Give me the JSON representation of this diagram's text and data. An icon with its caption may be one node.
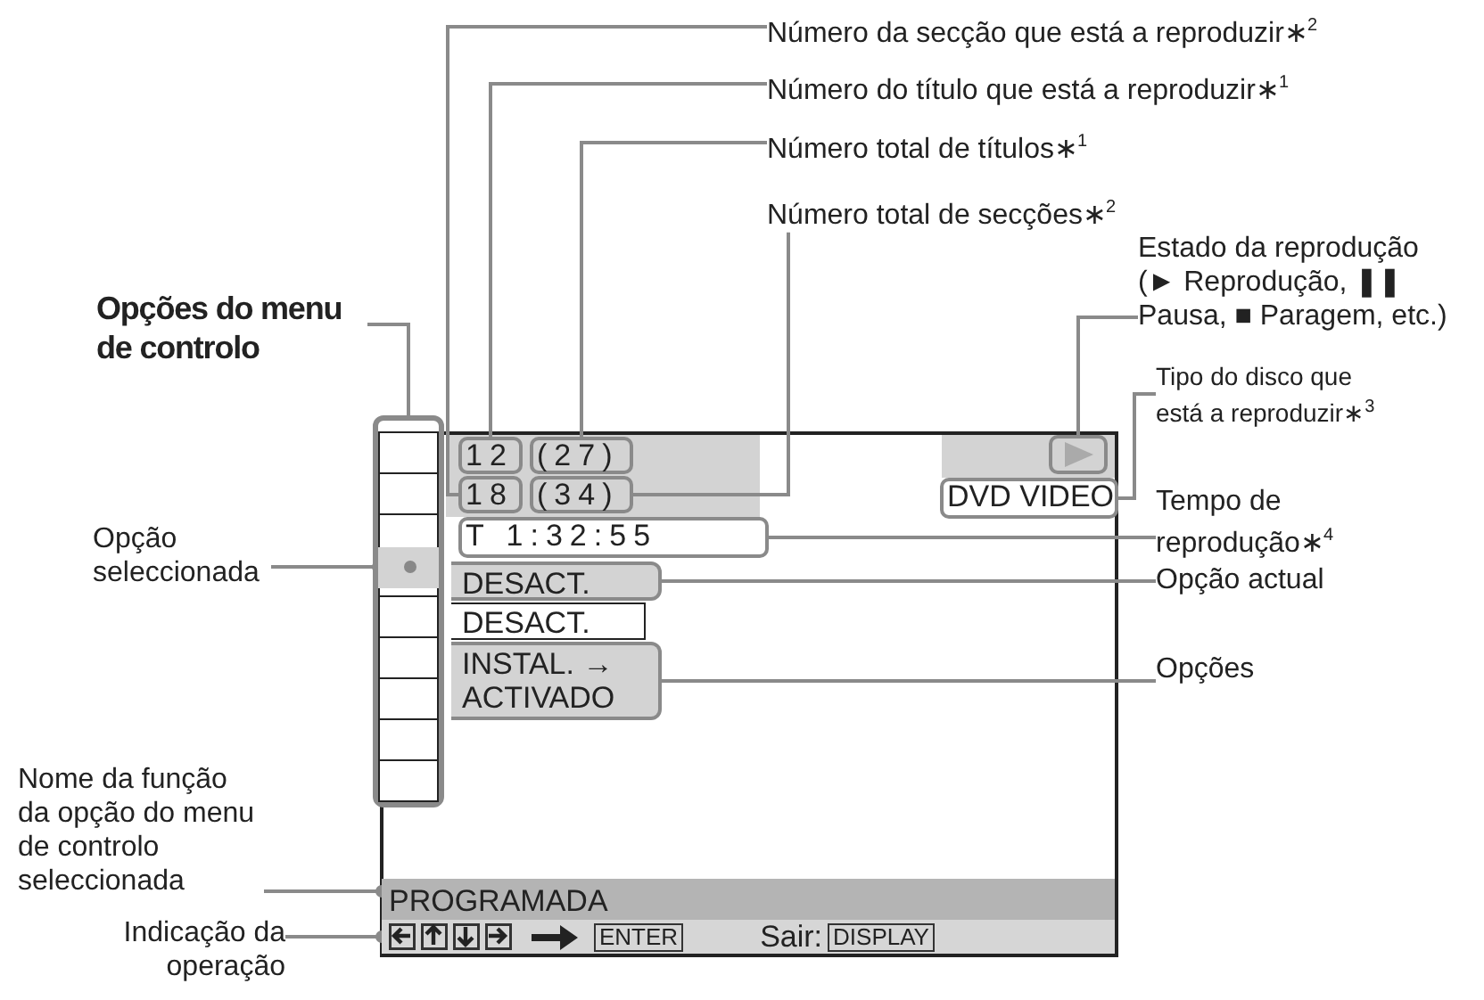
{
  "diagram": {
    "nodes": [
      {
        "text": [
          "Número da secção que está a reproduzir∗$^{2}$"
        ]
      },
      {
        "text": [
          "Número do título que está a reproduzir∗$^{1}$"
        ]
      },
      {
        "text": [
          "Número total de títulos∗$^{1}$"
        ]
      },
      {
        "text": [
          "Número total de secções∗$^{2}$"
        ]
      },
      {
        "text": [
          "Estado da reprodução (► Reprodução, ❚❚ Pausa, ■ Paragem, etc.)"
        ]
      },
      {
        "text": [
          "Opções do menu de controlo"
        ]
      },
      {
        "text": [
          "Tipo do disco que está a reproduzir∗$^{3}$"
        ]
      },
      {
        "text": [
          "Opção seleccionada"
        ]
      },
      {
        "text": [
          "Tempo de reprodução∗$^{4}$"
        ]
      },
      {
        "text": [
          "Opção actual"
        ]
      },
      {
        "text": [
          "Opções"
        ]
      },
      {
        "text": [
          "Nome da função da opção do menu de controlo seleccionada"
        ]
      },
      {
        "text": [
          "Indicação da operação"
        ]
      },
      {
        "text": [
          "12"
        ]
      },
      {
        "text": [
          "(27)"
        ]
      },
      {
        "text": [
          "18"
        ]
      },
      {
        "text": [
          "(34)"
        ]
      },
      {
        "text": [],
        "shape": "triangle"
      },
      {
        "text": [
          "DVD VIDEO"
        ]
      },
      {
        "text": [
          "T 1:32:55"
        ]
      },
      {
        "text": [],
        "shape": "box"
      },
      {
        "text": [],
        "shape": "box",
        "in": 20
      },
      {
        "text": [
          "DESACT."
        ]
      },
      {
        "text": [
          "DESACT."
        ]
      },
      {
        "text": [
          "INSTAL. → ACTIVADO"
        ]
      },
      {
        "text": [
          "PROGRAMADA"
        ]
      },
      {
        "text": [
          "ENTER",
          "Sair:",
          "DISPLAY"
        ]
      }
    ],
    "edges": [
      {
        "from": 0,
        "to": 15,
        "arrow": "none"
      },
      {
        "from": 1,
        "to": 13,
        "arrow": "none"
      },
      {
        "from": 2,
        "to": 14,
        "arrow": "none"
      },
      {
        "from": 3,
        "to": 16,
        "arrow": "none"
      },
      {
        "from": 4,
        "to": 17,
        "arrow": "none"
      },
      {
        "from": 5,
        "to": 20,
        "arrow": "none"
      },
      {
        "from": 6,
        "to": 18,
        "arrow": "none"
      },
      {
        "from": 7,
        "to": 21,
        "arrow": "other"
      },
      {
        "from": 8,
        "to": 19,
        "arrow": "none"
      },
      {
        "from": 9,
        "to": 22,
        "arrow": "none"
      },
      {
        "from": 10,
        "to": 24,
        "arrow": "none"
      },
      {
        "from": 11,
        "to": 25,
        "arrow": "other"
      },
      {
        "from": 12,
        "to": 26,
        "arrow": "other"
      }
    ]
  }
}
